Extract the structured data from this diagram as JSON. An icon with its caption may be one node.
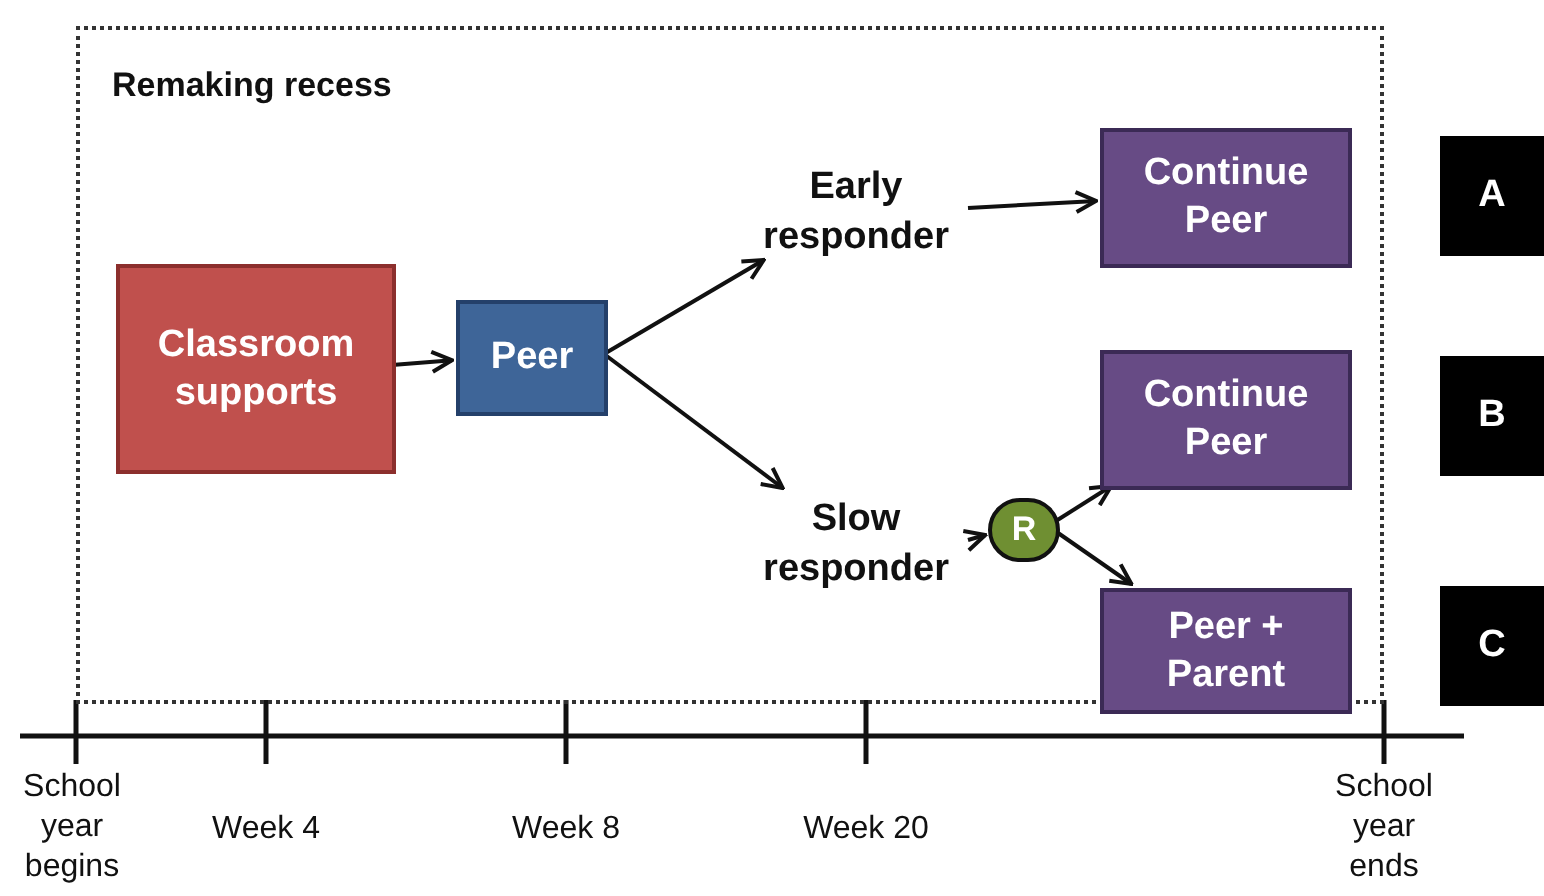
{
  "diagram": {
    "nodes": [
      {
        "text": [
          "Remaking recess"
        ]
      },
      {
        "text": [
          "Classroom supports"
        ],
        "in": 0
      },
      {
        "text": [
          "Peer"
        ],
        "in": 0
      },
      {
        "text": [
          "Early responder"
        ],
        "in": 0
      },
      {
        "text": [
          "Continue Peer"
        ],
        "in": 0
      },
      {
        "text": [
          "Slow responder"
        ],
        "in": 0
      },
      {
        "text": [
          "R"
        ],
        "in": 0
      },
      {
        "text": [
          "Continue Peer"
        ],
        "in": 0
      },
      {
        "text": [
          "Peer + Parent"
        ],
        "in": 0
      },
      {
        "text": [
          "A"
        ]
      },
      {
        "text": [
          "B"
        ]
      },
      {
        "text": [
          "C"
        ]
      }
    ],
    "edges": [
      {
        "from": 1,
        "to": 2,
        "arrow": "to"
      },
      {
        "from": 2,
        "to": 3,
        "arrow": "to"
      },
      {
        "from": 2,
        "to": 5,
        "arrow": "to"
      },
      {
        "from": 3,
        "to": 4,
        "arrow": "to"
      },
      {
        "from": 5,
        "to": 6,
        "arrow": "to"
      },
      {
        "from": 6,
        "to": 7,
        "arrow": "to"
      },
      {
        "from": 6,
        "to": 8,
        "arrow": "to"
      }
    ],
    "labels": [
      "School year begins",
      "Week 4",
      "Week 8",
      "Week 20",
      "School year ends"
    ]
  }
}
